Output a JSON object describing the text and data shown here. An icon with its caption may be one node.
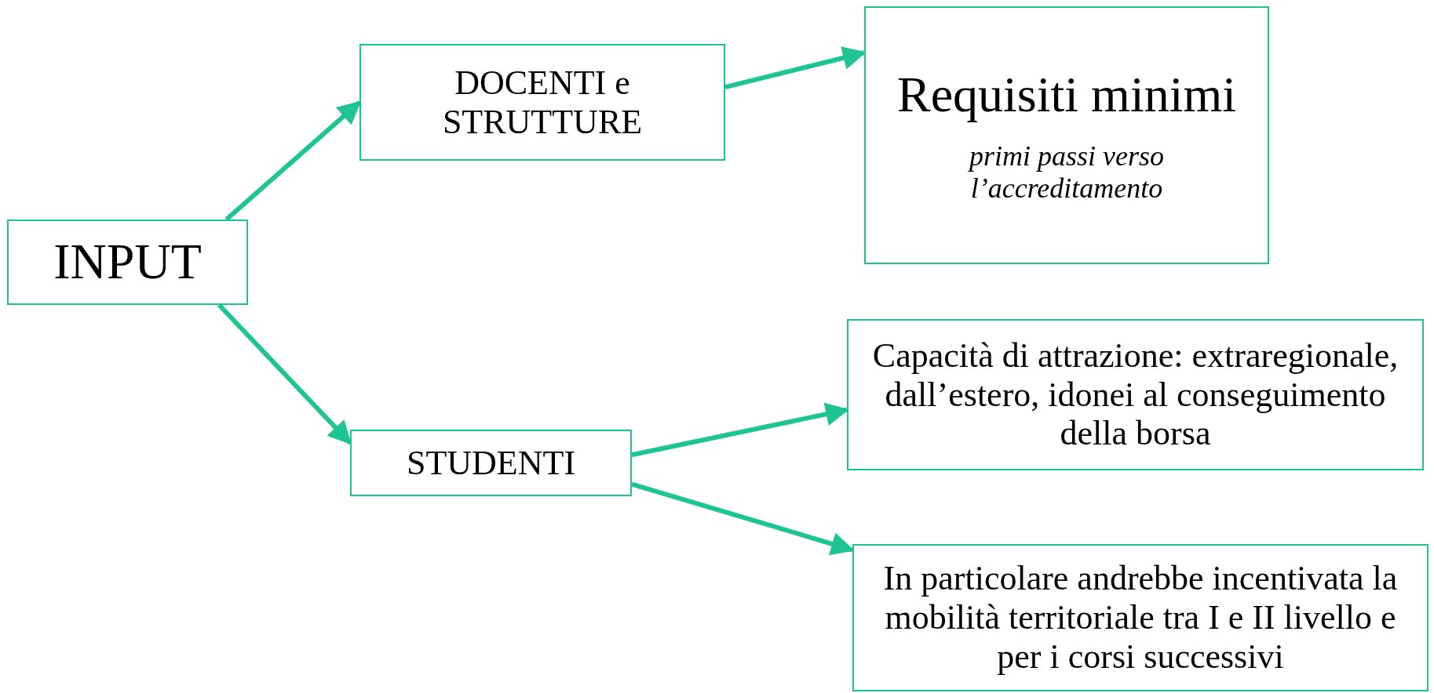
{
  "diagram": {
    "nodes": [
      {
        "text": [
          "INPUT"
        ]
      },
      {
        "text": [
          "DOCENTI e STRUTTURE"
        ]
      },
      {
        "text": [
          "Requisiti minimi",
          "primi passi verso l’accreditamento"
        ]
      },
      {
        "text": [
          "STUDENTI"
        ]
      },
      {
        "text": [
          "Capacità di attrazione: extraregionale, dall’estero, idonei al conseguimento della borsa"
        ]
      },
      {
        "text": [
          "In particolare andrebbe incentivata la mobilità territoriale tra I e II livello e per i corsi successivi"
        ]
      }
    ],
    "edges": [
      {
        "from": 0,
        "to": 1,
        "arrow": "to"
      },
      {
        "from": 0,
        "to": 3,
        "arrow": "to"
      },
      {
        "from": 1,
        "to": 2,
        "arrow": "to"
      },
      {
        "from": 3,
        "to": 4,
        "arrow": "to"
      },
      {
        "from": 3,
        "to": 5,
        "arrow": "to"
      }
    ]
  }
}
